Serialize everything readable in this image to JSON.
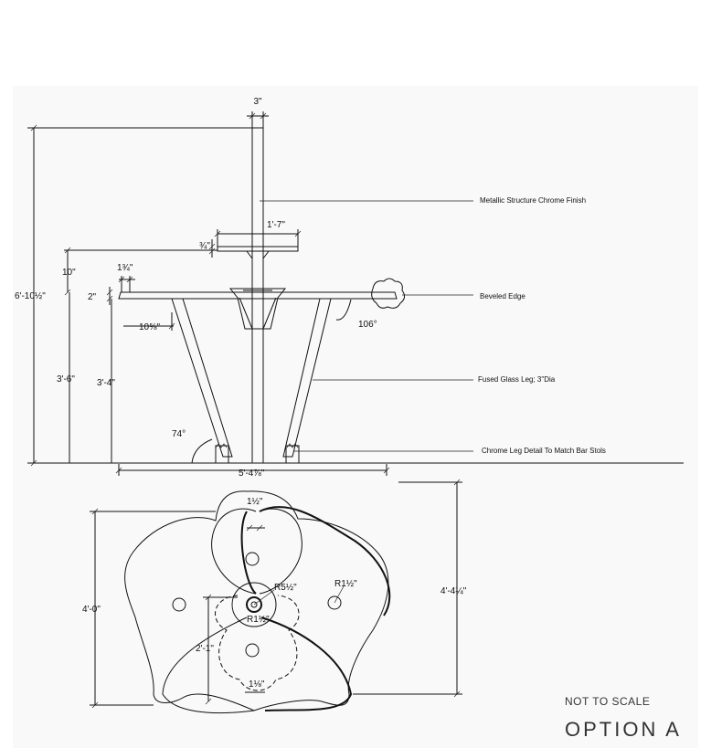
{
  "dimensions": {
    "stem_width": "3\"",
    "overall_height": "6'-10½\"",
    "upper_tier_width": "1'-7\"",
    "upper_tier_thickness": "¾\"",
    "gap_10": "10\"",
    "offset_1_3_4": "1¾\"",
    "top_thickness": "2\"",
    "overhang": "10⅝\"",
    "counter_height": "3'-6\"",
    "leg_height": "3'-4\"",
    "leg_angle_top": "106°",
    "leg_angle_base": "74°",
    "base_span": "5'-4⅞\"",
    "plan_tip_width": "1½\"",
    "plan_depth": "4'-0\"",
    "plan_width": "4'-4¼\"",
    "plan_center_radius": "R5½\"",
    "plan_hub_radius": "R1½\"",
    "plan_leg_radius": "R1½\"",
    "plan_inner_depth": "2'-1\"",
    "plan_gap": "1⅛\""
  },
  "notes": {
    "structure": "Metallic Structure Chrome Finish",
    "edge": "Beveled Edge",
    "leg": "Fused Glass Leg; 3\"Dia",
    "chrome_leg": "Chrome Leg Detail To Match Bar Stols"
  },
  "footer": {
    "scale": "NOT TO SCALE",
    "option": "OPTION A"
  }
}
